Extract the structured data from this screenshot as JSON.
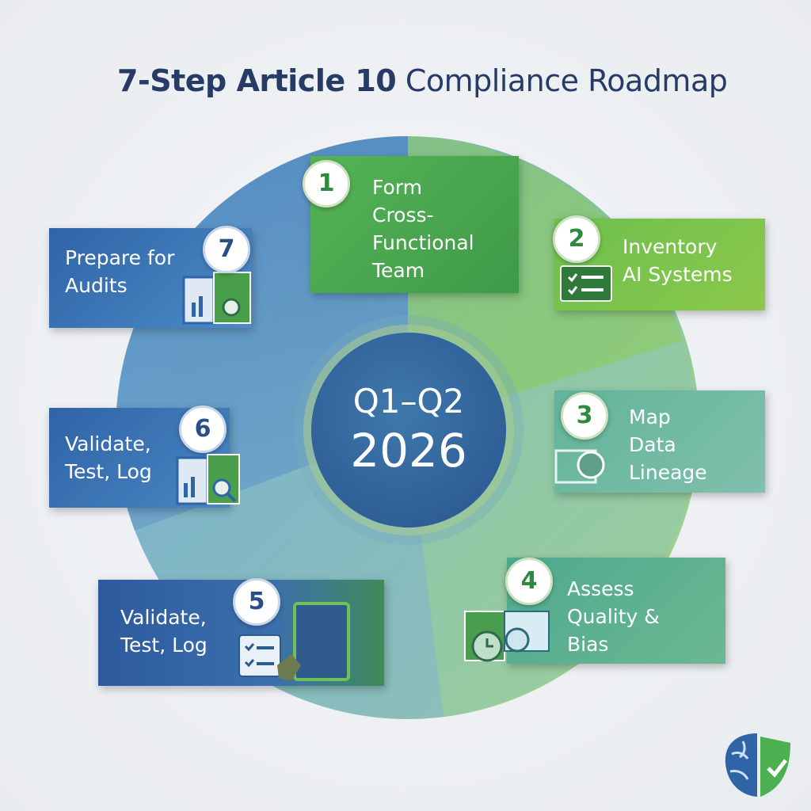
{
  "title": {
    "bold": "7-Step Article 10",
    "regular": "Compliance Roadmap"
  },
  "center": {
    "period": "Q1–Q2",
    "year": "2026"
  },
  "steps": [
    {
      "number": "1",
      "label_lines": [
        "Form",
        "Cross-",
        "Functional",
        "Team"
      ]
    },
    {
      "number": "2",
      "label_lines": [
        "Inventory",
        "AI Systems"
      ]
    },
    {
      "number": "3",
      "label_lines": [
        "Map",
        "Data",
        "Lineage"
      ]
    },
    {
      "number": "4",
      "label_lines": [
        "Assess",
        "Quality &",
        "Bias"
      ]
    },
    {
      "number": "5",
      "label_lines": [
        "Validate,",
        "Test, Log"
      ]
    },
    {
      "number": "6",
      "label_lines": [
        "Validate,",
        "Test, Log"
      ]
    },
    {
      "number": "7",
      "label_lines": [
        "Prepare for",
        "Audits"
      ]
    }
  ],
  "colors": {
    "title": "#263b66",
    "green": "#4aa84a",
    "blue": "#2f5ea0",
    "teal": "#4aa08a"
  }
}
